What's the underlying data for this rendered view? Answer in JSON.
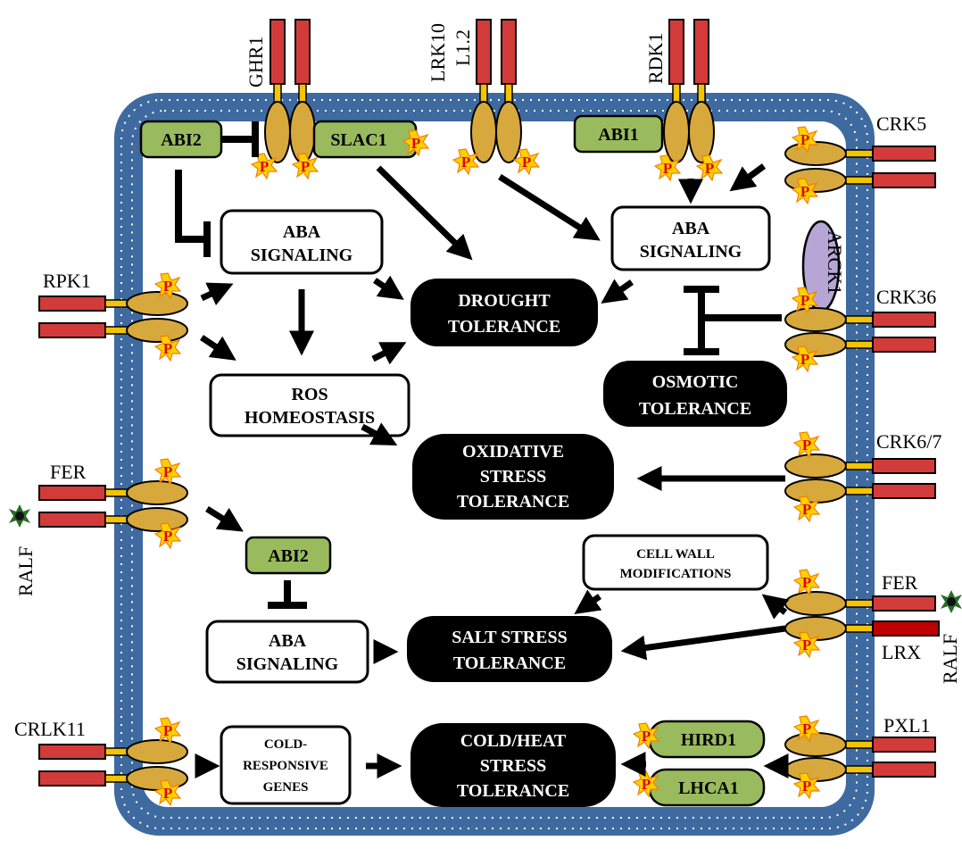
{
  "receptors": {
    "ghr1": "GHR1",
    "lrk10_l12": "LRK10 L1.2",
    "lrk10": "LRK10",
    "l12": "L1.2",
    "rdk1": "RDK1",
    "crk5": "CRK5",
    "rpk1": "RPK1",
    "crk36": "CRK36",
    "crk67": "CRK6/7",
    "fer_left": "FER",
    "fer_right": "FER",
    "lrx": "LRX",
    "crlk11": "CRLK11",
    "pxl1": "PXL1",
    "ralf_left": "RALF",
    "ralf_right": "RALF",
    "arck1": "ARCK1"
  },
  "phospho_label": "P",
  "proteins": {
    "abi2_top": "ABI2",
    "slac1": "SLAC1",
    "abi1": "ABI1",
    "abi2_mid": "ABI2",
    "hird1": "HIRD1",
    "lhca1": "LHCA1"
  },
  "processes": {
    "aba_left": [
      "ABA",
      "SIGNALING"
    ],
    "aba_right": [
      "ABA",
      "SIGNALING"
    ],
    "ros": [
      "ROS",
      "HOMEOSTASIS"
    ],
    "aba_lower": [
      "ABA",
      "SIGNALING"
    ],
    "cell_wall": [
      "CELL WALL",
      "MODIFICATIONS"
    ],
    "cold_genes": [
      "COLD-",
      "RESPONSIVE",
      "GENES"
    ]
  },
  "outcomes": {
    "drought": [
      "DROUGHT",
      "TOLERANCE"
    ],
    "osmotic": [
      "OSMOTIC",
      "TOLERANCE"
    ],
    "oxidative": [
      "OXIDATIVE",
      "STRESS",
      "TOLERANCE"
    ],
    "salt": [
      "SALT STRESS",
      "TOLERANCE"
    ],
    "coldheat": [
      "COLD/HEAT",
      "STRESS",
      "TOLERANCE"
    ]
  },
  "colors": {
    "membrane": "#3e6aa0",
    "receptor_red": "#d33b3b",
    "kinase_gold": "#d7a83c",
    "protein_green": "#99bb5e",
    "arck1_purple": "#b6a6d6"
  }
}
